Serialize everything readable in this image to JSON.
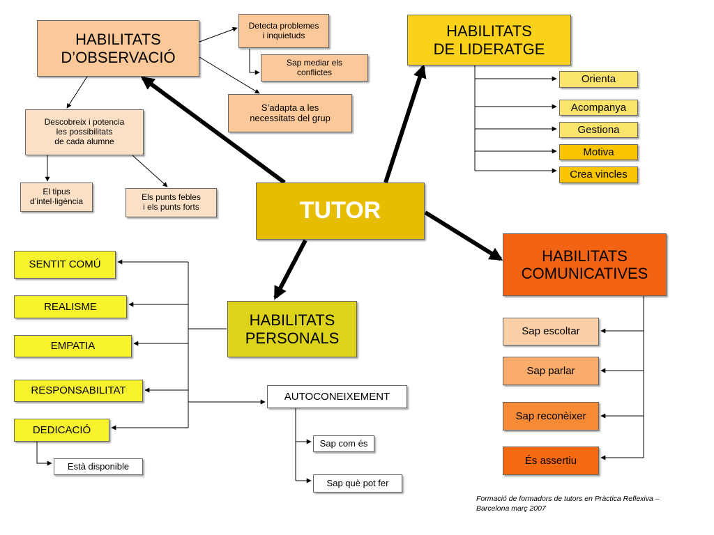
{
  "colors": {
    "tutor": "#E6BD00",
    "observacio_main": "#FBC89A",
    "observacio_light": "#FCE0C6",
    "lideratge_main": "#FBD21B",
    "lideratge_light": "#FBE46A",
    "lideratge_mid": "#F9C400",
    "comunicatives_main": "#F26313",
    "com_1": "#FBCFA8",
    "com_2": "#FAAC6A",
    "com_3": "#F68A35",
    "com_4": "#F56A10",
    "personals_main": "#DCD31A",
    "personals_items": "#F7F22B",
    "white_box": "#FFFFFF"
  },
  "tutor": "TUTOR",
  "observacio": {
    "title": "HABILITATS\nD’OBSERVACIÓ",
    "detecta": "Detecta problemes\ni inquietuds",
    "mediar": "Sap mediar els\nconflictes",
    "adapta": "S’adapta a les\nnecessitats del grup",
    "descobreix": "Descobreix i potencia\nles possibilitats\nde cada alumne",
    "tipus": "El tipus\nd’intel·ligència",
    "punts": "Els punts febles\ni els punts forts"
  },
  "lideratge": {
    "title": "HABILITATS\nDE LIDERATGE",
    "items": [
      "Orienta",
      "Acompanya",
      "Gestiona",
      "Motiva",
      "Crea vincles"
    ]
  },
  "comunicatives": {
    "title": "HABILITATS\nCOMUNICATIVES",
    "items": [
      "Sap escoltar",
      "Sap parlar",
      "Sap reconèixer",
      "És assertiu"
    ]
  },
  "personals": {
    "title": "HABILITATS\nPERSONALS",
    "items": [
      "SENTIT COMÚ",
      "REALISME",
      "EMPATIA",
      "RESPONSABILITAT",
      "DEDICACIÓ"
    ],
    "disponible": "Està disponible",
    "autoconeixement": "AUTOCONEIXEMENT",
    "sap_com": "Sap com és",
    "sap_que": "Sap què pot fer"
  },
  "footer": "Formació de formadors de tutors en Pràctica Reflexiva –\nBarcelona març 2007"
}
